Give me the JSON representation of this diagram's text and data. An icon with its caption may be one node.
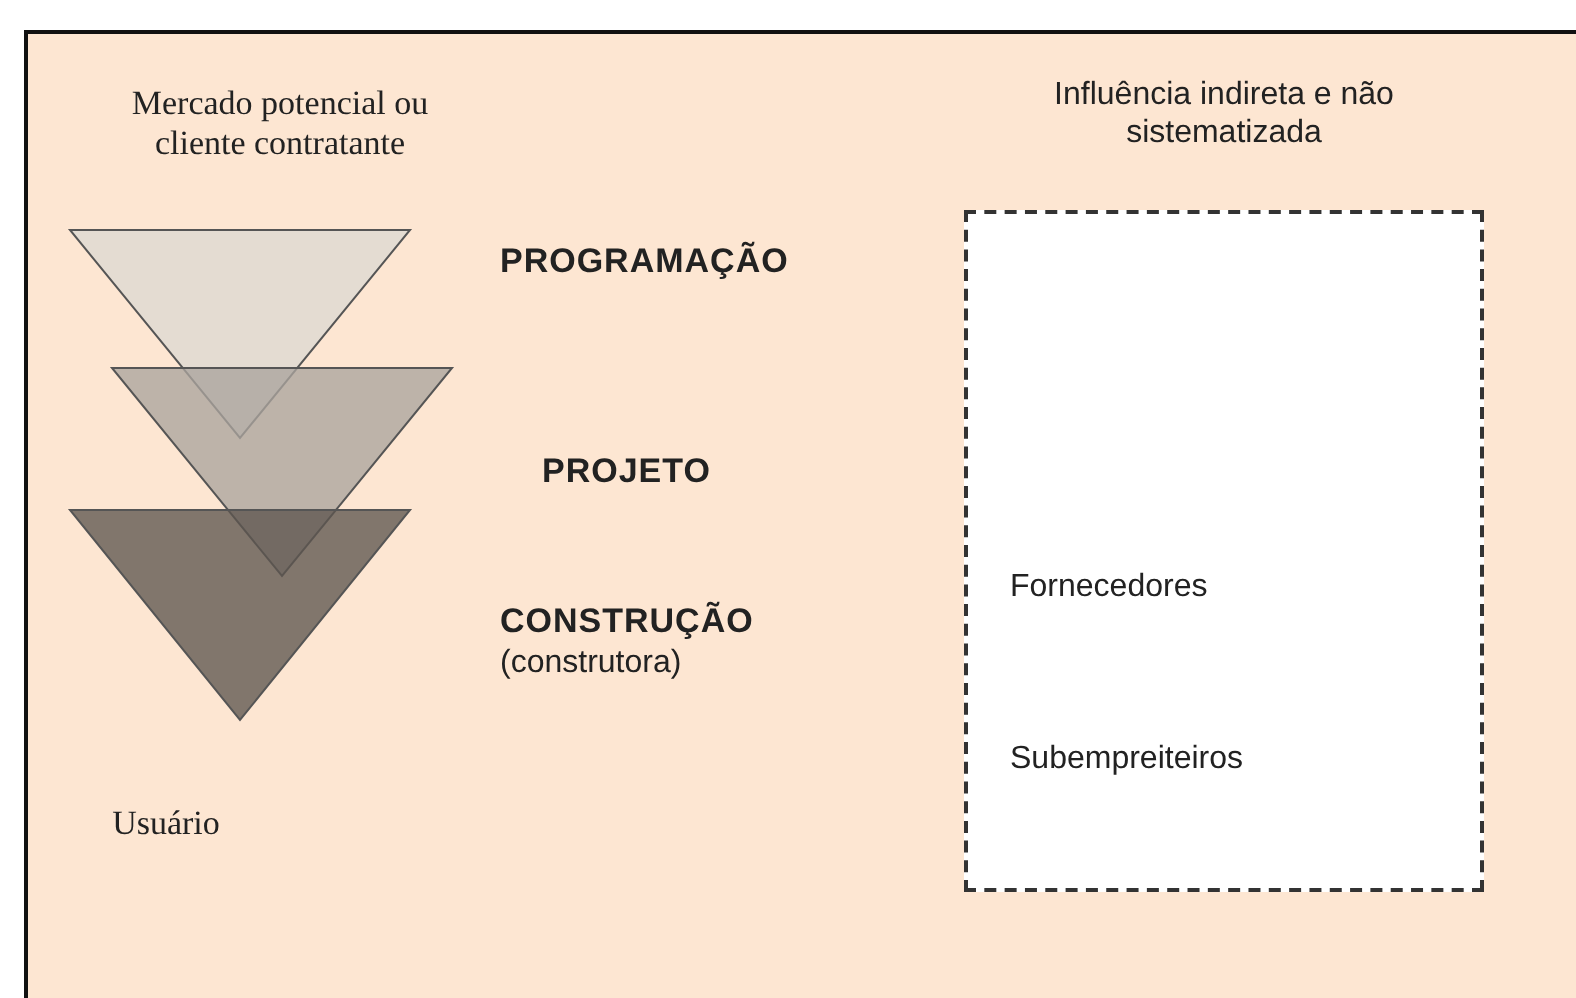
{
  "diagram": {
    "nodes": [
      {
        "text": [],
        "shape": "triangle",
        "beside": [
          "PROGRAMAÇÃO"
        ]
      },
      {
        "text": [],
        "shape": "triangle",
        "beside": [
          "PROJETO"
        ]
      },
      {
        "text": [],
        "shape": "triangle",
        "beside": [
          "CONSTRUÇÃO",
          "(construtora)"
        ]
      },
      {
        "text": [
          "Influência indireta e não sistematizada",
          "Fornecedores",
          "Subempreiteiros"
        ]
      }
    ],
    "edges": [],
    "labels": [
      "Mercado potencial ou cliente contratante",
      "Usuário"
    ]
  }
}
